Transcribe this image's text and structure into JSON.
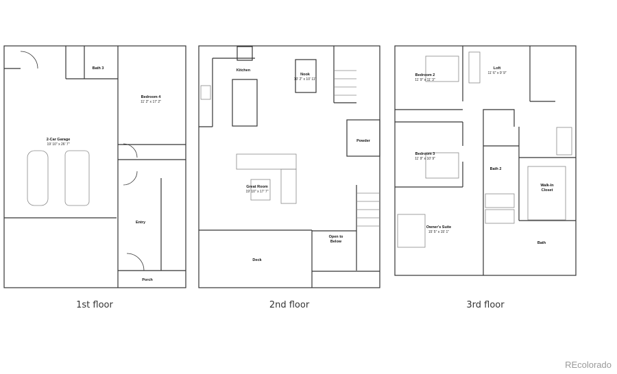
{
  "floors": [
    {
      "label": "1st floor",
      "rooms": [
        {
          "name": "Bath 3",
          "dims": ""
        },
        {
          "name": "Bedroom 4",
          "dims": "11' 2\" x 17' 2\""
        },
        {
          "name": "2-Car Garage",
          "dims": "19' 10\" x 26' 7\""
        },
        {
          "name": "Entry",
          "dims": ""
        },
        {
          "name": "Porch",
          "dims": ""
        }
      ]
    },
    {
      "label": "2nd floor",
      "rooms": [
        {
          "name": "Kitchen",
          "dims": ""
        },
        {
          "name": "Nook",
          "dims": "10' 2\" x 10' 11\""
        },
        {
          "name": "Powder",
          "dims": ""
        },
        {
          "name": "Great Room",
          "dims": "19' 10\" x 17' 7\""
        },
        {
          "name": "Open to Below",
          "dims": ""
        },
        {
          "name": "Deck",
          "dims": ""
        }
      ]
    },
    {
      "label": "3rd floor",
      "rooms": [
        {
          "name": "Bedroom 2",
          "dims": "11' 9\" x 11' 3\""
        },
        {
          "name": "Loft",
          "dims": "11' 6\" x 9' 9\""
        },
        {
          "name": "Bedroom 3",
          "dims": "11' 9\" x 10' 9\""
        },
        {
          "name": "Bath 2",
          "dims": ""
        },
        {
          "name": "Walk-In Closet",
          "dims": ""
        },
        {
          "name": "Owner's Suite",
          "dims": "15' 5\" x 15' 1\""
        },
        {
          "name": "Bath",
          "dims": ""
        }
      ]
    }
  ],
  "watermark": "REcolorado",
  "colors": {
    "wall": "#333333",
    "fixture": "#888888",
    "background": "#ffffff"
  }
}
